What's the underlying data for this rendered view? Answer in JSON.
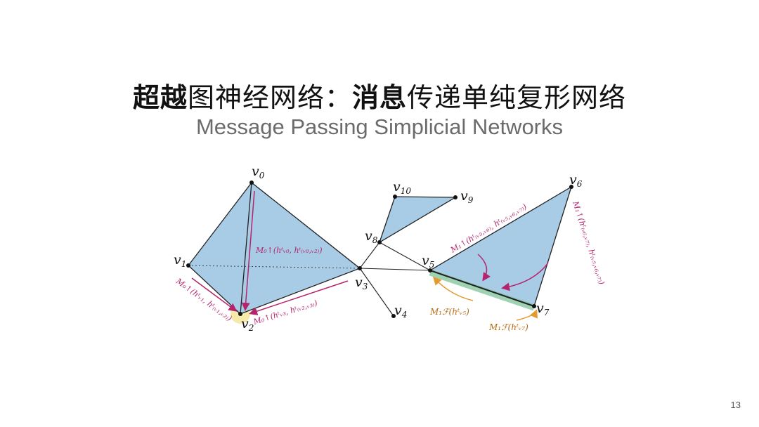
{
  "slide": {
    "title_bold_1": "超越",
    "title_light_1": "图神经网络：",
    "title_bold_2": "消息",
    "title_light_2": "传递单纯复形网络",
    "subtitle": "Message Passing Simplicial Networks",
    "page_number": "13"
  },
  "diagram": {
    "vertices": [
      {
        "id": "v0",
        "label": "v",
        "sub": "0"
      },
      {
        "id": "v1",
        "label": "v",
        "sub": "1"
      },
      {
        "id": "v2",
        "label": "v",
        "sub": "2"
      },
      {
        "id": "v3",
        "label": "v",
        "sub": "3"
      },
      {
        "id": "v4",
        "label": "v",
        "sub": "4"
      },
      {
        "id": "v5",
        "label": "v",
        "sub": "5"
      },
      {
        "id": "v6",
        "label": "v",
        "sub": "6"
      },
      {
        "id": "v7",
        "label": "v",
        "sub": "7"
      },
      {
        "id": "v8",
        "label": "v",
        "sub": "8"
      },
      {
        "id": "v9",
        "label": "v",
        "sub": "9"
      },
      {
        "id": "v10",
        "label": "v",
        "sub": "10"
      }
    ],
    "messages": {
      "m_v0": "M₀↑(hᵗᵥ₀, hᵗ₍ᵥ₀,ᵥ₂₎)",
      "m_v1": "M₀↑(hᵗᵥ₁, hᵗ₍ᵥ₁,ᵥ₂₎)",
      "m_v3": "M₀↑(hᵗᵥ₃, hᵗ₍ᵥ₂,ᵥ₃₎)",
      "m_upper_left": "M₁↑(hᵗ₍ᵥ₅,ᵥ₆₎, hᵗ₍ᵥ₅,ᵥ₆,ᵥ₇₎)",
      "m_upper_right": "M₁↑(hᵗ₍ᵥ₆,ᵥ₇₎, hᵗ₍ᵥ₅,ᵥ₆,ᵥ₇₎)",
      "m_face_v5": "M₁ℱ(hᵗᵥ₅)",
      "m_face_v7": "M₁ℱ(hᵗᵥ₇)"
    },
    "colors": {
      "face_fill": "#a8cbe6",
      "edge": "#222222",
      "magenta": "#b4246d",
      "orange": "#e39a2f",
      "green": "#7fc49a",
      "yellow_glow": "#f5e7a1"
    }
  }
}
